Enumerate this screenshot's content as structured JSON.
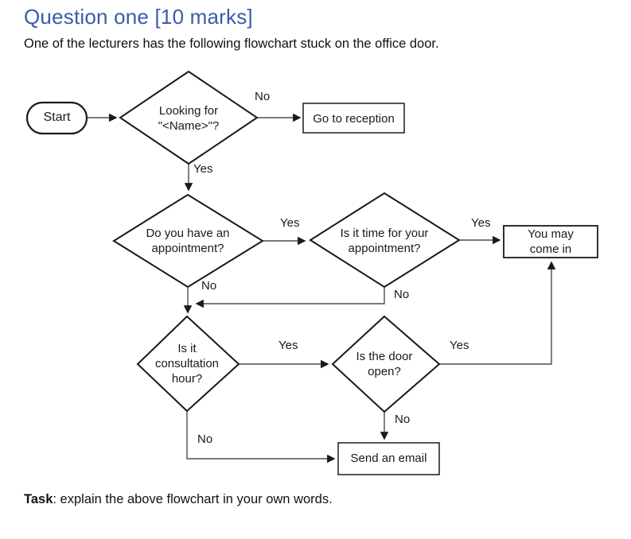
{
  "page": {
    "title": "Question one [10 marks]",
    "intro": "One of the lecturers has the following flowchart stuck on the office door.",
    "task_label": "Task",
    "task_rest": ": explain the above flowchart in your own words.",
    "title_color": "#3A5BA9",
    "line_color": "#4d4d4d",
    "shape_stroke_color": "#1a1a1a"
  },
  "flowchart": {
    "nodes": {
      "start": {
        "label": "Start"
      },
      "looking_for": {
        "line1": "Looking for",
        "line2": "\"<Name>\"?"
      },
      "go_to_reception": {
        "label": "Go to reception"
      },
      "have_appointment": {
        "line1": "Do you have an",
        "line2": "appointment?"
      },
      "time_for_appointment": {
        "line1": "Is it time for your",
        "line2": "appointment?"
      },
      "you_may_come_in": {
        "line1": "You may",
        "line2": "come in"
      },
      "consultation_hour": {
        "line1": "Is it",
        "line2": "consultation",
        "line3": "hour?"
      },
      "door_open": {
        "line1": "Is the door",
        "line2": "open?"
      },
      "send_email": {
        "label": "Send an email"
      }
    },
    "edge_labels": {
      "looking_no": "No",
      "looking_yes": "Yes",
      "appointment_yes": "Yes",
      "appointment_no": "No",
      "time_yes": "Yes",
      "time_no": "No",
      "consultation_yes": "Yes",
      "consultation_no": "No",
      "door_yes": "Yes",
      "door_no": "No"
    }
  }
}
